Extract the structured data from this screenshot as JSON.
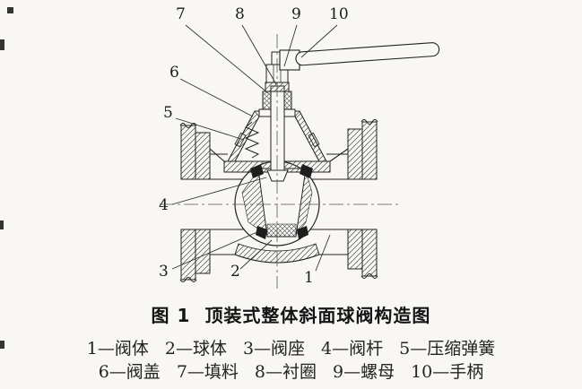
{
  "callouts": [
    "1",
    "2",
    "3",
    "4",
    "5",
    "6",
    "7",
    "8",
    "9",
    "10"
  ],
  "caption": {
    "figure_label": "图 1",
    "title": "顶装式整体斜面球阀构造图"
  },
  "legend": {
    "row1": [
      "1—阀体",
      "2—球体",
      "3—阀座",
      "4—阀杆",
      "5—压缩弹簧"
    ],
    "row2": [
      "6—阀盖",
      "7—填料",
      "8—衬圈",
      "9—螺母",
      "10—手柄"
    ]
  },
  "colors": {
    "ink": "#222222",
    "paper": "#f8f7f4",
    "seat_fill": "#1e1e1e"
  }
}
